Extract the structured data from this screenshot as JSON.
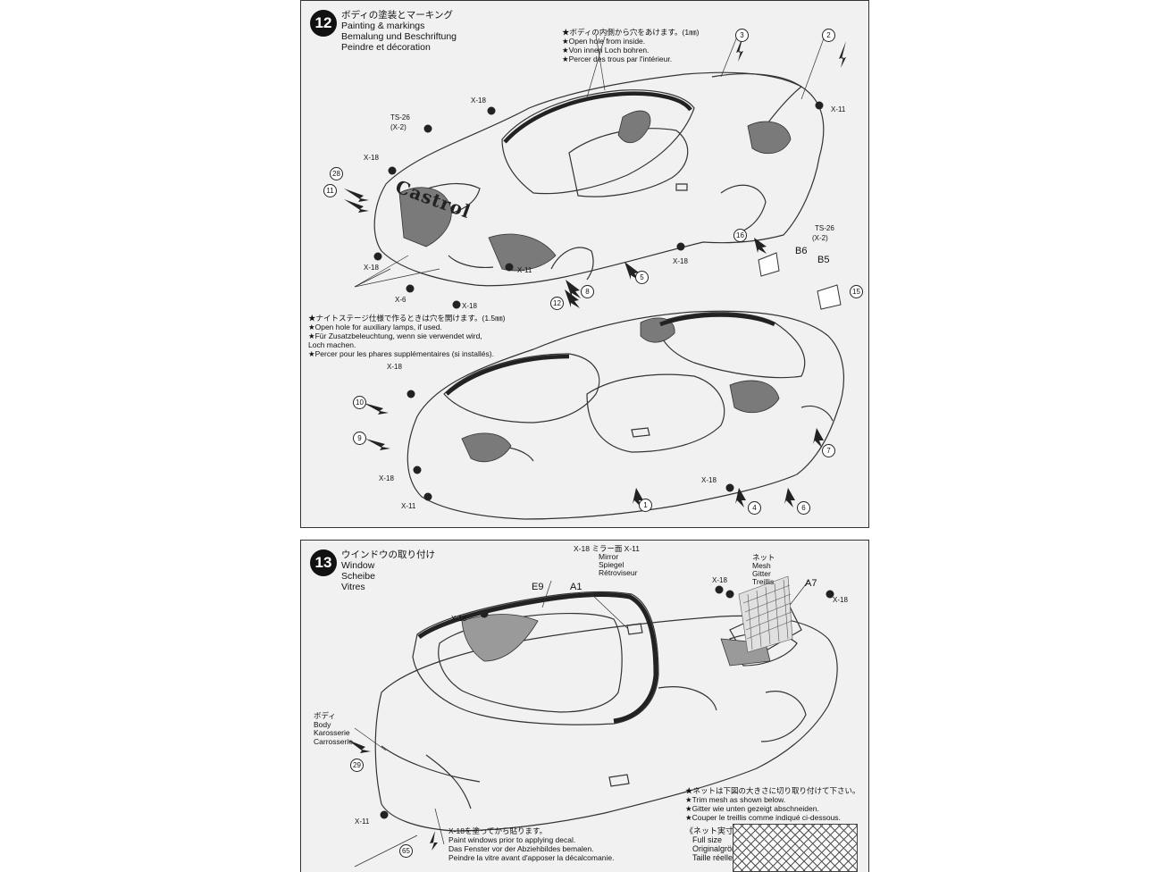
{
  "step12": {
    "number": "12",
    "title_lines": [
      "ボディの塗装とマーキング",
      "Painting & markings",
      "Bemalung und Beschriftung",
      "Peindre et décoration"
    ],
    "note_hole_inside": [
      "★ボディの内側から穴をあけます。(1㎜)",
      "★Open hole from inside.",
      "★Von innen Loch bohren.",
      "★Percer des trous par l'intérieur."
    ],
    "note_aux_lamps": [
      "★ナイトステージ仕様で作るときは穴を開けます。(1.5㎜)",
      "★Open hole for auxiliary lamps, if used.",
      "★Für Zusatzbeleuchtung, wenn sie verwendet wird,",
      "  Loch machen.",
      "★Percer pour les phares supplémentaires (si installés)."
    ],
    "decal_text": "Castrol",
    "paint_labels": {
      "x18": "X-18",
      "x11": "X-11",
      "x6": "X-6",
      "ts26": "TS-26",
      "x2": "(X-2)"
    },
    "parts": {
      "b6": "B6",
      "b5": "B5"
    },
    "circled": {
      "c1": "1",
      "c2": "2",
      "c3": "3",
      "c4": "4",
      "c5": "5",
      "c6": "6",
      "c7": "7",
      "c8": "8",
      "c9": "9",
      "c10": "10",
      "c11": "11",
      "c12": "12",
      "c15": "15",
      "c16": "16",
      "c28": "28"
    }
  },
  "step13": {
    "number": "13",
    "title_lines": [
      "ウインドウの取り付け",
      "Window",
      "Scheibe",
      "Vitres"
    ],
    "mirror_lines": [
      "X-18 ミラー面 X-11",
      "Mirror",
      "Spiegel",
      "Rétroviseur"
    ],
    "mesh_lines": [
      "ネット",
      "Mesh",
      "Gitter",
      "Treillis"
    ],
    "body_lines": [
      "ボディ",
      "Body",
      "Karosserie",
      "Carrosserie"
    ],
    "trim_note": [
      "★ネットは下図の大きさに切り取り付けて下さい。",
      "★Trim mesh as shown below.",
      "★Gitter wie unten gezeigt abschneiden.",
      "★Couper le treillis comme indiqué ci-dessous."
    ],
    "paint_note": [
      "X-18を塗ってから貼ります。",
      "Paint windows prior to applying decal.",
      "Das Fenster vor der Abziehbildes bemalen.",
      "Peindre la vitre avant d'apposer la décalcomanie."
    ],
    "fullsize_lines": [
      "《ネット実寸図》",
      "Full size",
      "Originalgröße",
      "Taille réelle"
    ],
    "parts": {
      "e9": "E9",
      "a1": "A1",
      "a7": "A7"
    },
    "paint_labels": {
      "x18": "X-18",
      "x11": "X-11"
    },
    "circled": {
      "c29": "29",
      "c65": "65"
    }
  },
  "colors": {
    "panel": "#f1f1f1",
    "line": "#333333",
    "paint_dark": "#7a7a7a",
    "paint_light": "#b5b5b5"
  }
}
